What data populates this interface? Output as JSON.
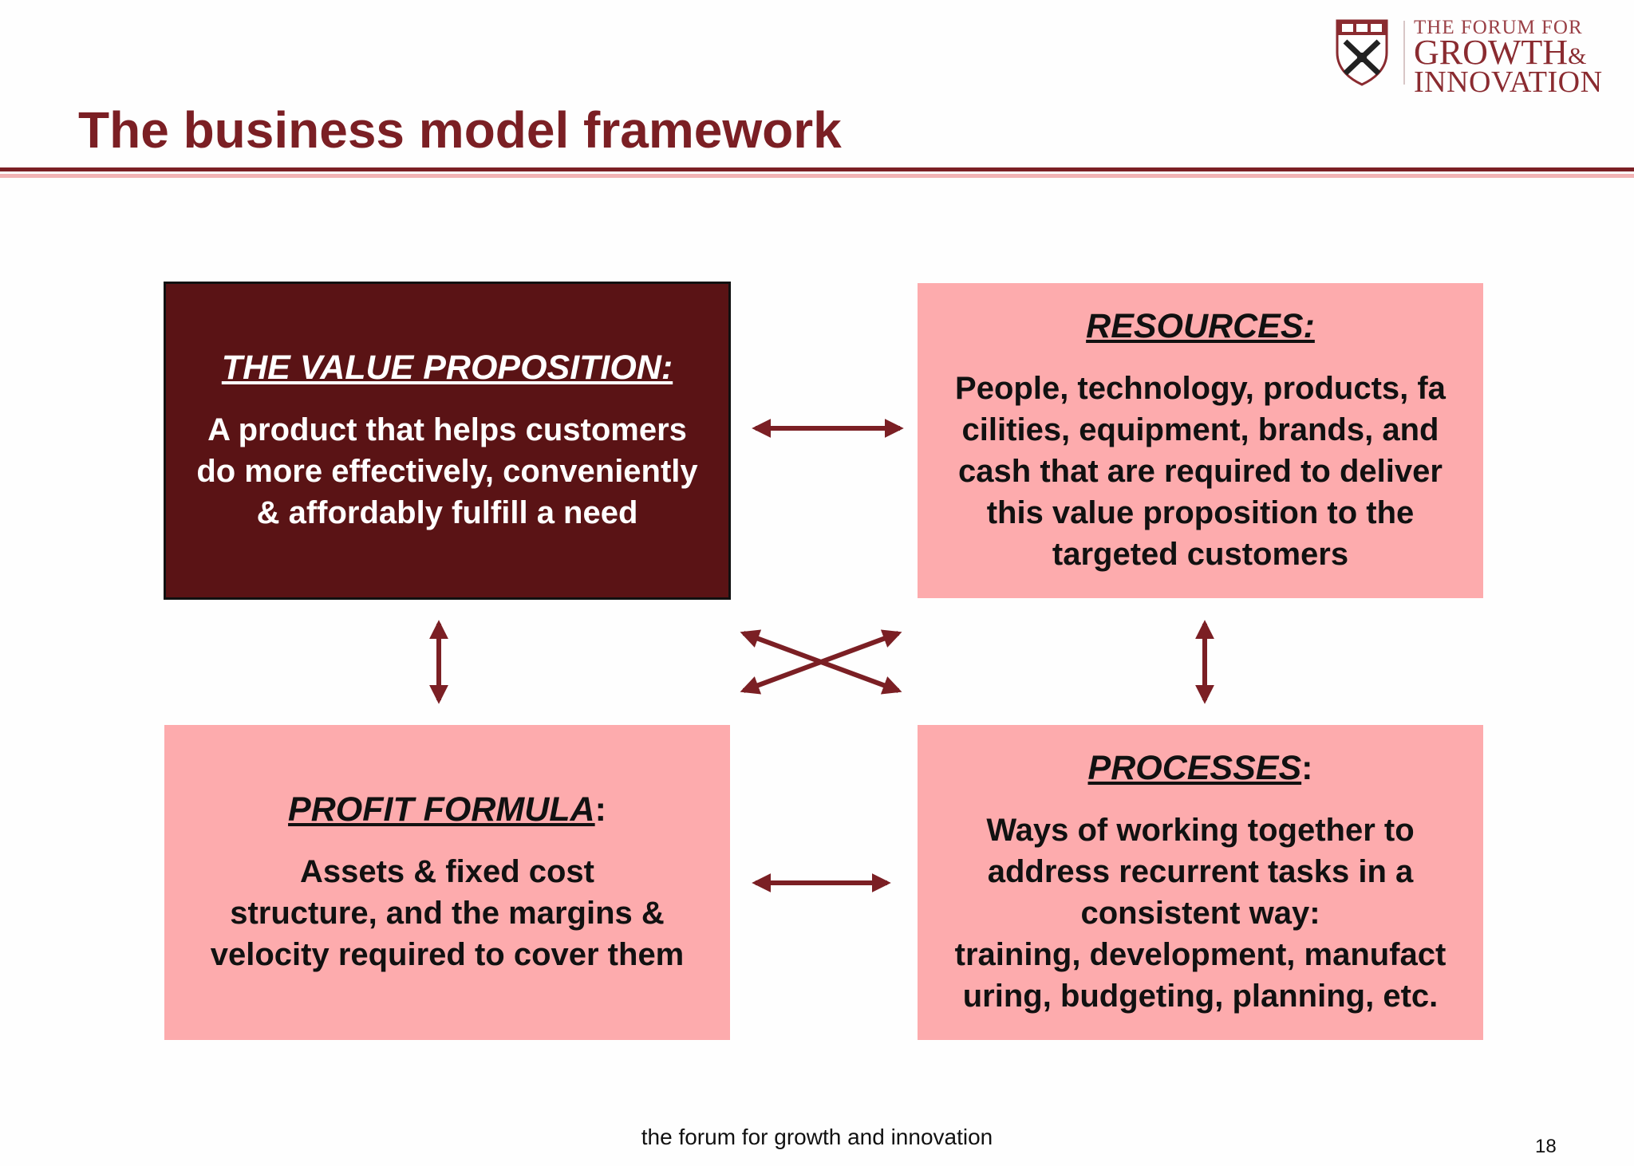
{
  "logo": {
    "line1": "THE FORUM FOR",
    "line2": "GROWTH",
    "line2_amp": "&",
    "line3": "INNOVATION"
  },
  "title": "The business model framework",
  "boxes": {
    "value_proposition": {
      "heading": "THE VALUE PROPOSITION:",
      "lines": [
        "A product that helps customers",
        "do more effectively, conveniently",
        "& affordably fulfill a need"
      ]
    },
    "resources": {
      "heading": "RESOURCES:",
      "lines": [
        "People, technology, products, fa",
        "cilities, equipment, brands, and",
        "cash that are required to deliver",
        "this value proposition to the",
        "targeted customers"
      ]
    },
    "profit_formula": {
      "heading": "PROFIT FORMULA",
      "suffix": ":",
      "lines": [
        "Assets & fixed cost",
        "structure, and the margins &",
        "velocity required to cover them"
      ]
    },
    "processes": {
      "heading": "PROCESSES",
      "suffix": ":",
      "lines": [
        "Ways of working together to",
        "address recurrent tasks in a",
        "consistent way:",
        "training, development, manufact",
        "uring, budgeting, planning, etc."
      ]
    }
  },
  "footer": "the forum for growth and innovation",
  "page_number": "18",
  "colors": {
    "accent": "#7b1f24",
    "dark_box": "#5a1315",
    "pink_box": "#fdabad",
    "rule_light": "#f2b3b4"
  }
}
